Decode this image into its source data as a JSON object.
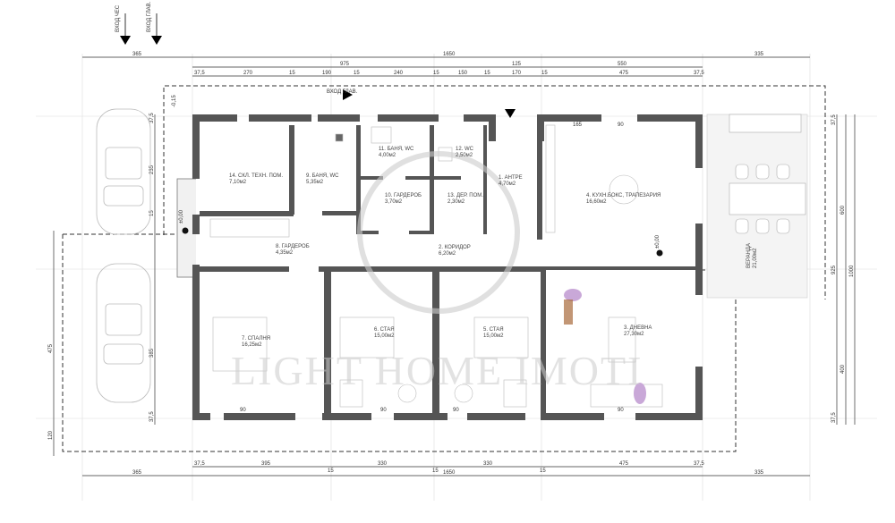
{
  "entrances": {
    "side": "ВХОД ЧЕС",
    "main": "ВХОД ГЛАВ.",
    "inner_main": "ВХОД ГЛАВ."
  },
  "rooms": [
    {
      "name": "1. АНТРЕ",
      "area": "4,70м2"
    },
    {
      "name": "2. КОРИДОР",
      "area": "6,20м2"
    },
    {
      "name": "3. ДНЕВНА",
      "area": "27,30м2"
    },
    {
      "name": "4. КУХН.БОКС, ТРАПЕЗАРИЯ",
      "area": "16,60м2"
    },
    {
      "name": "5. СТАЯ",
      "area": "15,00м2"
    },
    {
      "name": "6. СТАЯ",
      "area": "15,00м2"
    },
    {
      "name": "7. СПАЛНЯ",
      "area": "16,25м2"
    },
    {
      "name": "8. ГАРДЕРОБ",
      "area": "4,35м2"
    },
    {
      "name": "9. БАНЯ, WC",
      "area": "5,35м2"
    },
    {
      "name": "10. ГАРДЕРОБ",
      "area": "3,70м2"
    },
    {
      "name": "11. БАНЯ, WC",
      "area": "4,00м2"
    },
    {
      "name": "12. WC",
      "area": "2,50м2"
    },
    {
      "name": "13. ДЕР. ПОМ.",
      "area": "2,30м2"
    },
    {
      "name": "14. СКЛ. ТЕХН. ПОМ.",
      "area": "7,10м2"
    }
  ],
  "veranda": {
    "name": "ВЕРАНДА",
    "area": "21,00м2"
  },
  "levels": {
    "entry": "±0,00",
    "kitchen": "±0,00",
    "terrace": "-0,15"
  },
  "watermark": "LIGHT HOME IMOTI",
  "dimensions": {
    "top_overall": [
      "365",
      "1650",
      "335"
    ],
    "top_mid": [
      "975",
      "125",
      "550"
    ],
    "top_detail": [
      "37,5",
      "270",
      "15",
      "190",
      "15",
      "240",
      "15",
      "150",
      "15",
      "170",
      "15",
      "475",
      "37,5"
    ],
    "bottom_detail": [
      "37,5",
      "395",
      "15",
      "330",
      "15",
      "330",
      "15",
      "475",
      "37,5"
    ],
    "bottom_overall": [
      "365",
      "1650",
      "335"
    ],
    "left_inner": [
      "37,5",
      "235",
      "15",
      "385",
      "37,5"
    ],
    "left_outer": [
      "475",
      "120"
    ],
    "right": [
      "37,5",
      "925",
      "37,5",
      "600",
      "400",
      "1000"
    ],
    "openings": [
      "90",
      "90",
      "90",
      "90",
      "90",
      "165"
    ]
  }
}
